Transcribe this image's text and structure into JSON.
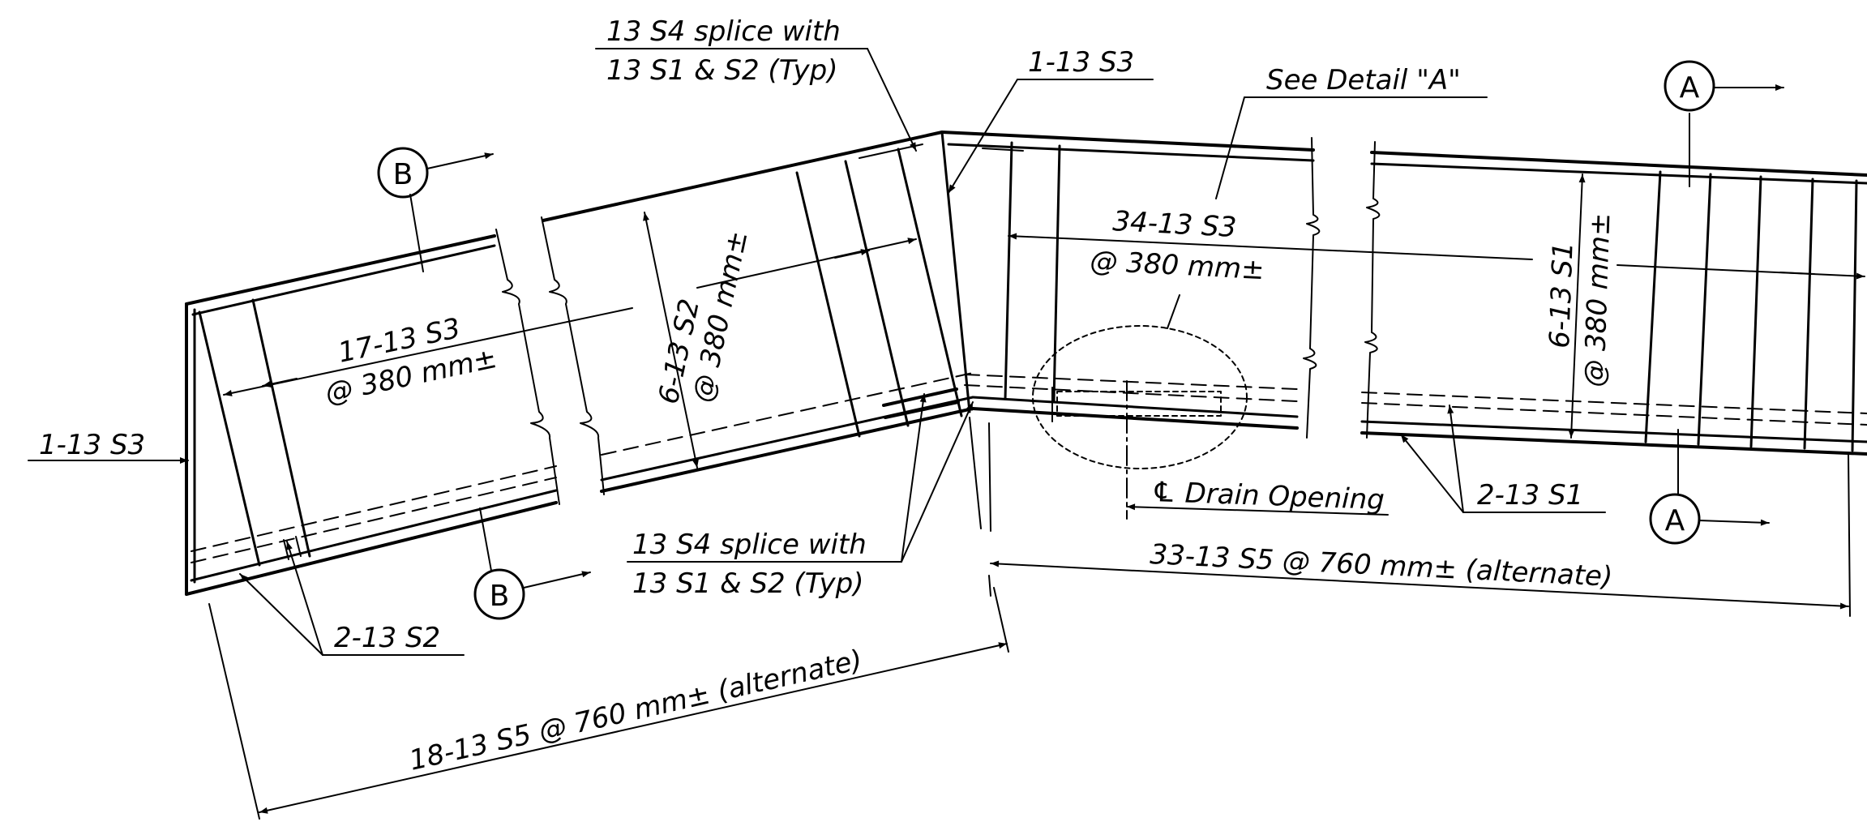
{
  "labels": {
    "top_splice_line1": "13 S4 splice with",
    "top_splice_line2": "13 S1 & S2 (Typ)",
    "top_s3": "1-13 S3",
    "see_detail": "See Detail \"A\"",
    "left_s3": "1-13 S3",
    "left_spacing_line1": "17-13 S3",
    "left_spacing_line2": "@ 380 mm±",
    "mid_s2_line1": "6-13 S2",
    "mid_s2_line2": "@ 380 mm±",
    "right_spacing_line1": "34-13 S3",
    "right_spacing_line2": "@ 380 mm±",
    "right_s1_line1": "6-13 S1",
    "right_s1_line2": "@ 380 mm±",
    "drain": "℄ Drain Opening",
    "right_bottom_s1": "2-13 S1",
    "left_bottom_s2": "2-13 S2",
    "bottom_splice_line1": "13 S4 splice with",
    "bottom_splice_line2": "13 S1 & S2 (Typ)",
    "right_s5": "33-13 S5 @ 760 mm± (alternate)",
    "left_s5": "18-13 S5 @ 760 mm± (alternate)"
  },
  "section_marks": {
    "a_top": "A",
    "a_bottom": "A",
    "b_top": "B",
    "b_bottom": "B"
  }
}
